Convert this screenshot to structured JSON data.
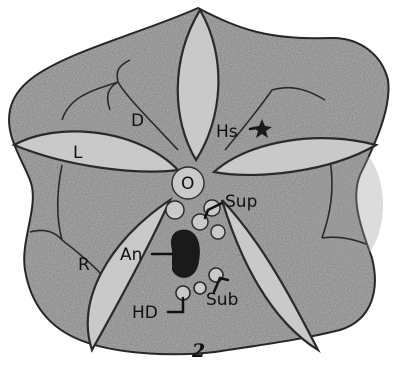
{
  "figure": {
    "number": "2",
    "colors": {
      "body": "#b9b9b9",
      "body_dark": "#9a9a9a",
      "outline": "#2a2a2a",
      "petal": "#c9c9c9",
      "anus": "#1a1a1a",
      "background": "#ffffff"
    },
    "labels": {
      "d": "D",
      "hs": "Hs",
      "l": "L",
      "o": "O",
      "sup": "Sup",
      "r": "R",
      "an": "An",
      "hd": "HD",
      "sub": "Sub"
    }
  }
}
